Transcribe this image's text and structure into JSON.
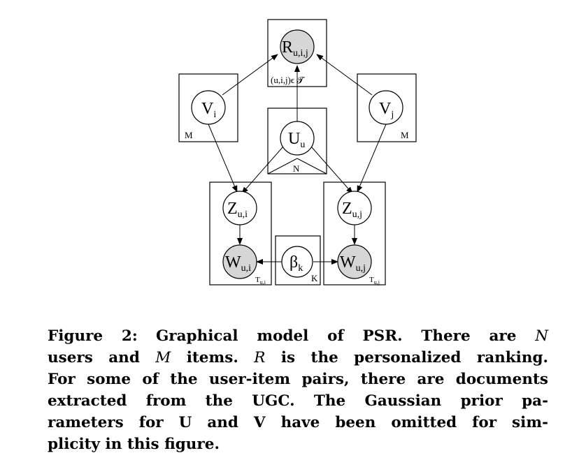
{
  "figure": {
    "nodes": {
      "R": {
        "base": "R",
        "sub": "u,i,j"
      },
      "Vi": {
        "base": "V",
        "sub": "i"
      },
      "Vj": {
        "base": "V",
        "sub": "j"
      },
      "Uu": {
        "base": "U",
        "sub": "u"
      },
      "Zui": {
        "base": "Z",
        "sub": "u,i"
      },
      "Zuj": {
        "base": "Z",
        "sub": "u,j"
      },
      "Wui": {
        "base": "W",
        "sub": "u,i"
      },
      "Wuj": {
        "base": "W",
        "sub": "u,j"
      },
      "beta": {
        "base": "β",
        "sub": "k"
      }
    },
    "plates": {
      "R": "(u,i,j)ϵ 𝓣",
      "Vi": "M",
      "Vj": "M",
      "U": "N",
      "Tui_base": "T",
      "Tui_sub": "u,i",
      "Tuj_base": "T",
      "Tuj_sub": "u,j",
      "K": "K"
    }
  },
  "caption": {
    "label": "Figure 2:",
    "line1_text": "Graphical model of PSR. There are ",
    "line1_var": "N",
    "line2_a": "users and ",
    "line2_var1": "M",
    "line2_b": " items. ",
    "line2_var2": "R",
    "line2_c": " is the personalized ranking.",
    "line3": "For some of the user-item pairs, there are documents",
    "line4": "extracted from the UGC. The Gaussian prior pa-",
    "line5": "rameters for U and V have been omitted for sim-",
    "line6": "plicity in this figure."
  }
}
